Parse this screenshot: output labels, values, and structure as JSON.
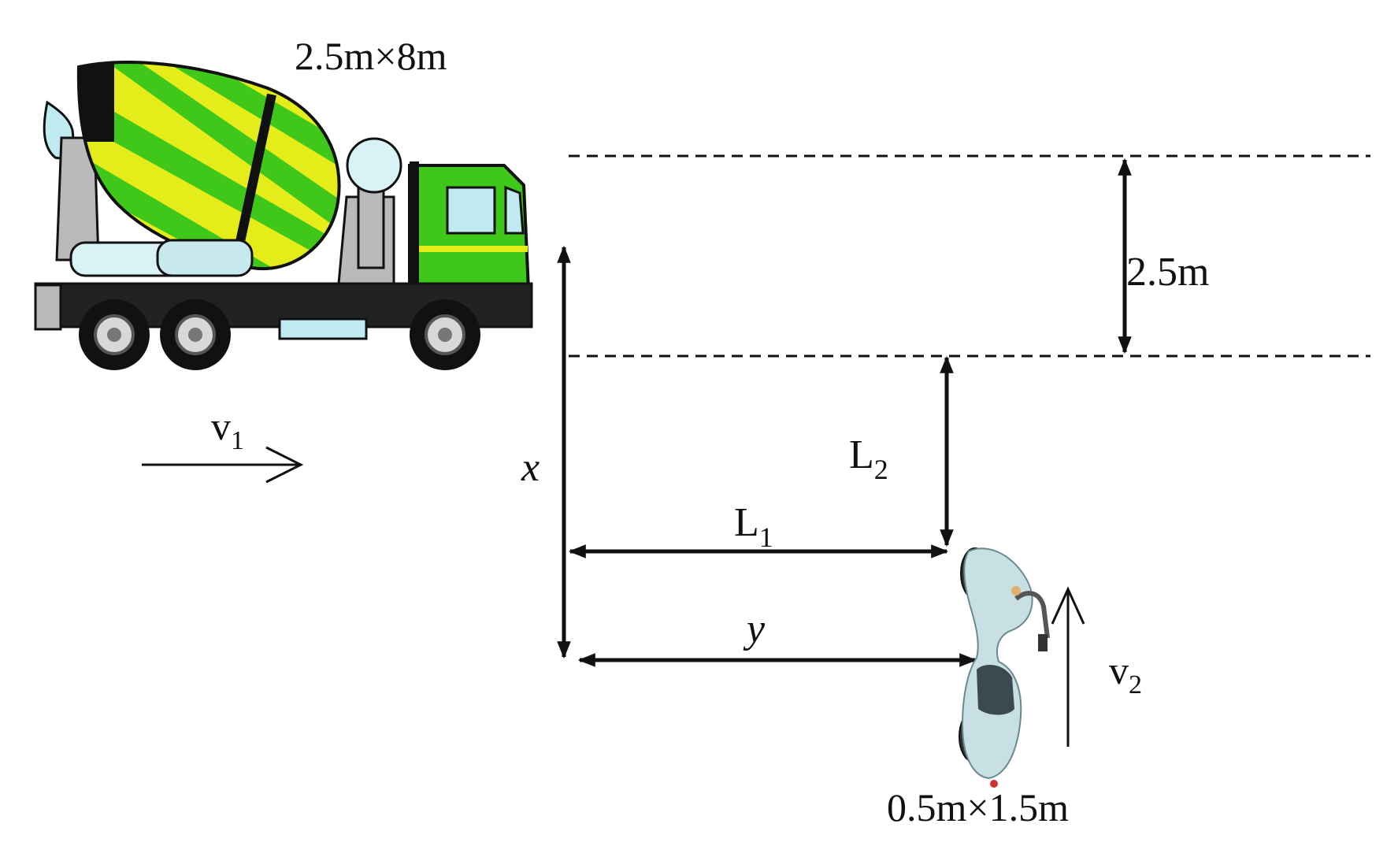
{
  "labels": {
    "truck_size": "2.5m×8m",
    "lane_width": "2.5m",
    "truck_velocity": "v",
    "truck_velocity_sub": "1",
    "scooter_velocity": "v",
    "scooter_velocity_sub": "2",
    "dist_x": "x",
    "dist_y": "y",
    "dist_L1": "L",
    "dist_L1_sub": "1",
    "dist_L2": "L",
    "dist_L2_sub": "2",
    "scooter_size": "0.5m×1.5m"
  },
  "colors": {
    "truck_cab": "#3fc81a",
    "drum_yellow": "#e4ec1a",
    "drum_green": "#3fc81a",
    "chassis": "#222222",
    "frame_gray": "#b9b9b9",
    "glass": "#bfeaf0",
    "scooter_body": "#c8dfe3",
    "line": "#111111"
  },
  "icons": {
    "truck": "concrete-mixer-truck-icon",
    "scooter": "scooter-icon"
  }
}
